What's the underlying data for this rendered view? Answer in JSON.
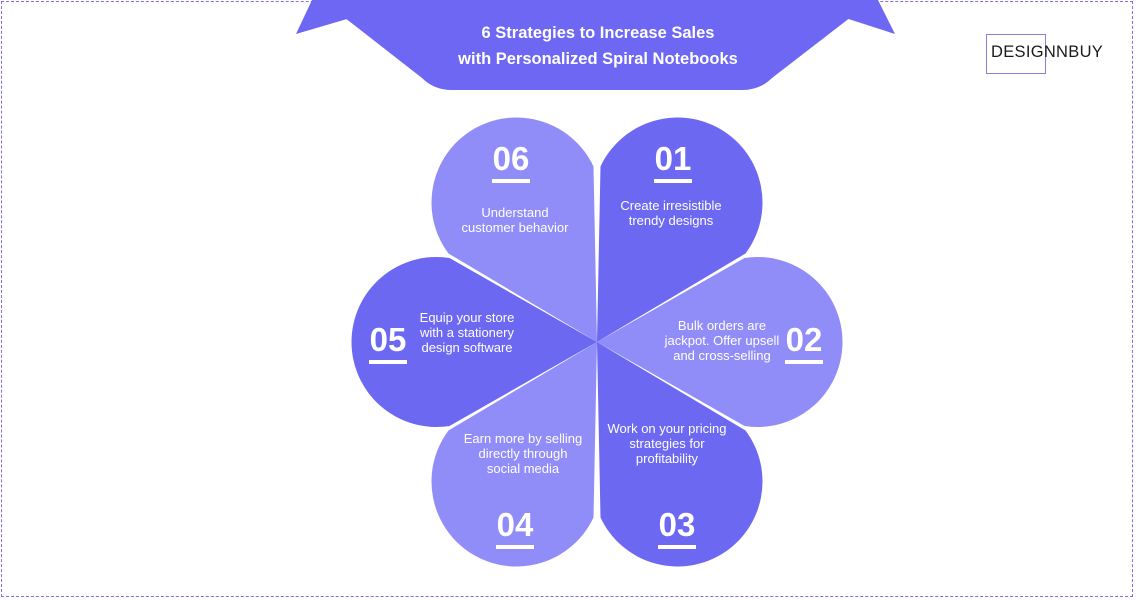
{
  "header": {
    "title_line1": "6 Strategies to Increase Sales",
    "title_line2": "with Personalized Spiral Notebooks"
  },
  "logo": {
    "text": "DESIGNNBUY"
  },
  "colors": {
    "banner": "#6d67f4",
    "petal_dark": "#6c68f2",
    "petal_light": "#918df8",
    "frame": "#7b6ff0"
  },
  "strategies": [
    {
      "number": "01",
      "text": "Create irresistible trendy designs"
    },
    {
      "number": "02",
      "text": "Bulk orders are jackpot. Offer upsell and cross-selling"
    },
    {
      "number": "03",
      "text": "Work on your pricing strategies for profitability"
    },
    {
      "number": "04",
      "text": "Earn more by selling directly through social media"
    },
    {
      "number": "05",
      "text": "Equip your store with a stationery design software"
    },
    {
      "number": "06",
      "text": "Understand customer behavior"
    }
  ]
}
